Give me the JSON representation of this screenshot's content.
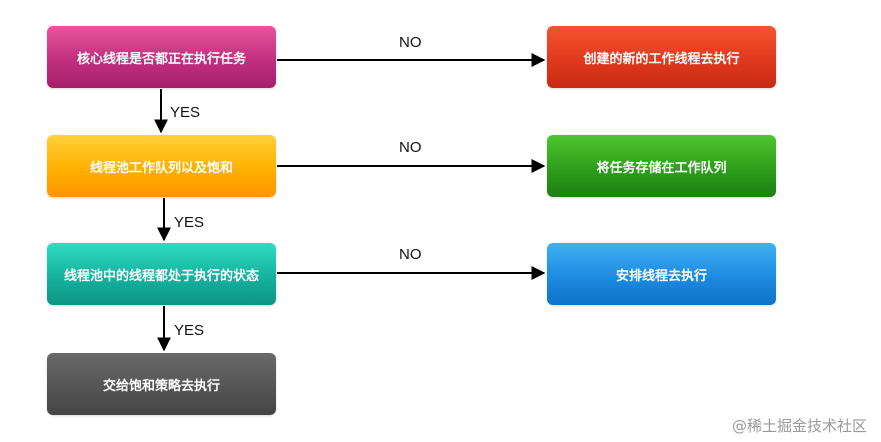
{
  "diagram": {
    "nodes": {
      "core_threads_full": "核心线程是否都正在执行任务",
      "queue_full": "线程池工作队列以及饱和",
      "pool_full": "线程池中的线程都处于执行的状态",
      "saturation_policy": "交给饱和策略去执行",
      "create_thread": "创建的新的工作线程去执行",
      "store_in_queue": "将任务存储在工作队列",
      "schedule_thread": "安排线程去执行"
    },
    "edges": {
      "no_label": "NO",
      "yes_label": "YES"
    }
  },
  "watermark": "@稀土掘金技术社区"
}
